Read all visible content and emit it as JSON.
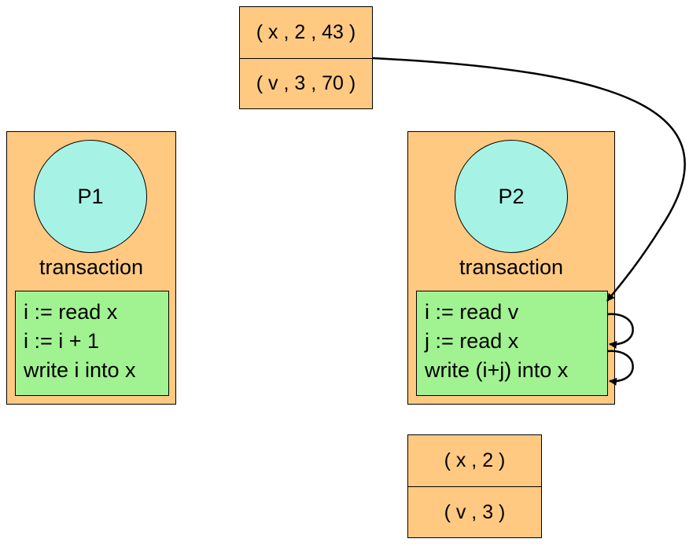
{
  "top_store": {
    "rows": [
      "( x , 2 , 43 )",
      "( v , 3 , 70 )"
    ]
  },
  "bottom_store": {
    "rows": [
      "( x , 2 )",
      "( v , 3 )"
    ]
  },
  "p1": {
    "name": "P1",
    "kind": "transaction",
    "code": [
      "i := read x",
      "i := i + 1",
      "write i into x"
    ]
  },
  "p2": {
    "name": "P2",
    "kind": "transaction",
    "code": [
      "i := read v",
      "j := read x",
      "write (i+j) into x"
    ]
  },
  "colors": {
    "store_fill": "#ffc982",
    "process_fill": "#ffc982",
    "circle_fill": "#a6f3e6",
    "code_fill": "#a1f291",
    "stroke": "#000000"
  }
}
